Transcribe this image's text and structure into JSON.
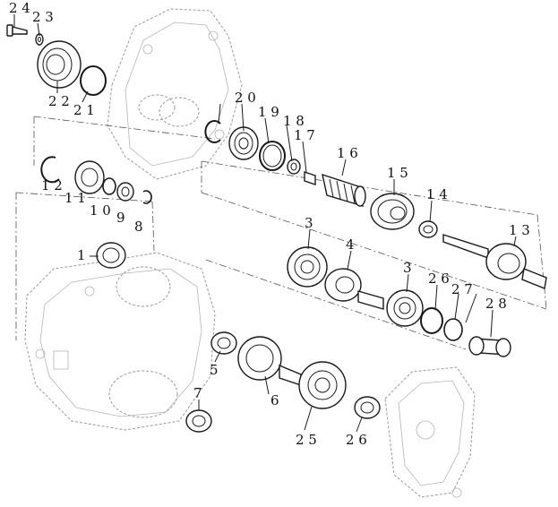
{
  "diagram": {
    "callouts": [
      {
        "id": "c1",
        "text": "2 4"
      },
      {
        "id": "c2",
        "text": "2 3"
      },
      {
        "id": "c3",
        "text": "2 2"
      },
      {
        "id": "c4",
        "text": "2 1"
      },
      {
        "id": "c5",
        "text": "2 0"
      },
      {
        "id": "c6",
        "text": "1 9"
      },
      {
        "id": "c7",
        "text": "1 8"
      },
      {
        "id": "c8",
        "text": "1 7"
      },
      {
        "id": "c9",
        "text": "1 6"
      },
      {
        "id": "c10",
        "text": "1 5"
      },
      {
        "id": "c11",
        "text": "1 4"
      },
      {
        "id": "c12",
        "text": "1 3"
      },
      {
        "id": "c13",
        "text": "1 2"
      },
      {
        "id": "c14",
        "text": "1 1"
      },
      {
        "id": "c15",
        "text": "1 0"
      },
      {
        "id": "c16",
        "text": "9"
      },
      {
        "id": "c17",
        "text": "8"
      },
      {
        "id": "c18",
        "text": "1"
      },
      {
        "id": "c19",
        "text": "3"
      },
      {
        "id": "c20",
        "text": "4"
      },
      {
        "id": "c21",
        "text": "3"
      },
      {
        "id": "c22",
        "text": "2 7"
      },
      {
        "id": "c23",
        "text": "2 8"
      },
      {
        "id": "c24",
        "text": "2 6"
      },
      {
        "id": "c25",
        "text": "5"
      },
      {
        "id": "c26",
        "text": "6"
      },
      {
        "id": "c27",
        "text": "7"
      },
      {
        "id": "c28",
        "text": "2 5"
      },
      {
        "id": "c29",
        "text": "2 6"
      }
    ]
  }
}
